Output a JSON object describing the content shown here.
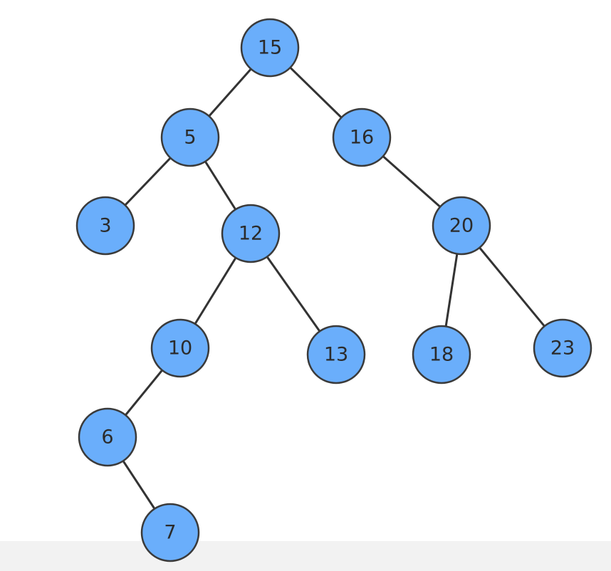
{
  "diagram": {
    "type": "binary-tree",
    "colors": {
      "node_fill": "#6aaefb",
      "node_stroke": "#3a3a3a",
      "edge": "#333333",
      "label": "#2b2b2b"
    },
    "nodes": [
      {
        "id": "n15",
        "label": "15"
      },
      {
        "id": "n5",
        "label": "5"
      },
      {
        "id": "n16",
        "label": "16"
      },
      {
        "id": "n3",
        "label": "3"
      },
      {
        "id": "n12",
        "label": "12"
      },
      {
        "id": "n20",
        "label": "20"
      },
      {
        "id": "n10",
        "label": "10"
      },
      {
        "id": "n13",
        "label": "13"
      },
      {
        "id": "n18",
        "label": "18"
      },
      {
        "id": "n23",
        "label": "23"
      },
      {
        "id": "n6",
        "label": "6"
      },
      {
        "id": "n7",
        "label": "7"
      }
    ],
    "edges": [
      {
        "from": "n15",
        "to": "n5"
      },
      {
        "from": "n15",
        "to": "n16"
      },
      {
        "from": "n5",
        "to": "n3"
      },
      {
        "from": "n5",
        "to": "n12"
      },
      {
        "from": "n16",
        "to": "n20"
      },
      {
        "from": "n12",
        "to": "n10"
      },
      {
        "from": "n12",
        "to": "n13"
      },
      {
        "from": "n20",
        "to": "n18"
      },
      {
        "from": "n20",
        "to": "n23"
      },
      {
        "from": "n10",
        "to": "n6"
      },
      {
        "from": "n6",
        "to": "n7"
      }
    ]
  }
}
